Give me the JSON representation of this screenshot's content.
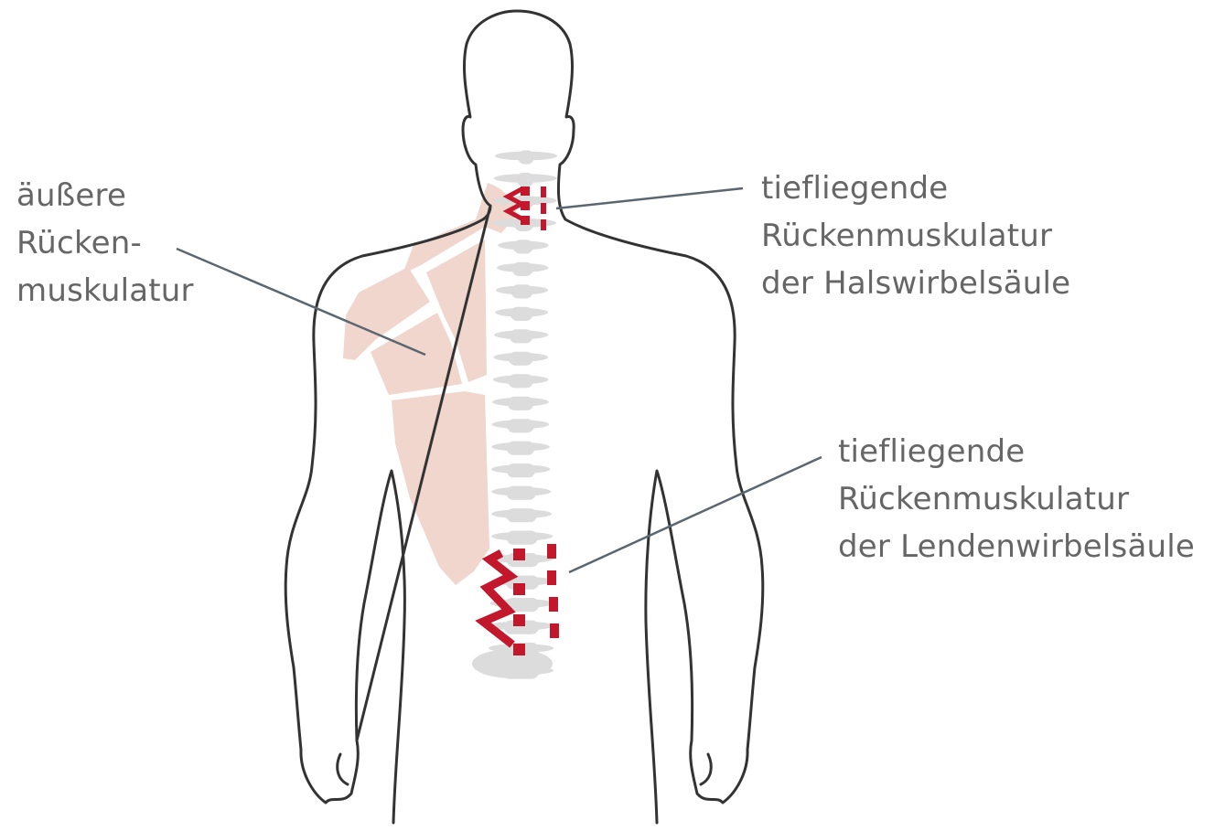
{
  "labels": {
    "outer": [
      "äußere",
      "Rücken-",
      "muskulatur"
    ],
    "neck": [
      "tiefliegende",
      "Rückenmuskulatur",
      "der Halswirbelsäule"
    ],
    "lumbar": [
      "tiefliegende",
      "Rückenmuskulatur",
      "der Lendenwirbelsäule"
    ]
  },
  "colors": {
    "outline": "#333333",
    "muscle_fill": "#f0d6cc",
    "spine": "#dcdcdc",
    "deep_muscle": "#c3172c",
    "leader": "#5b6770",
    "text": "#666666"
  }
}
